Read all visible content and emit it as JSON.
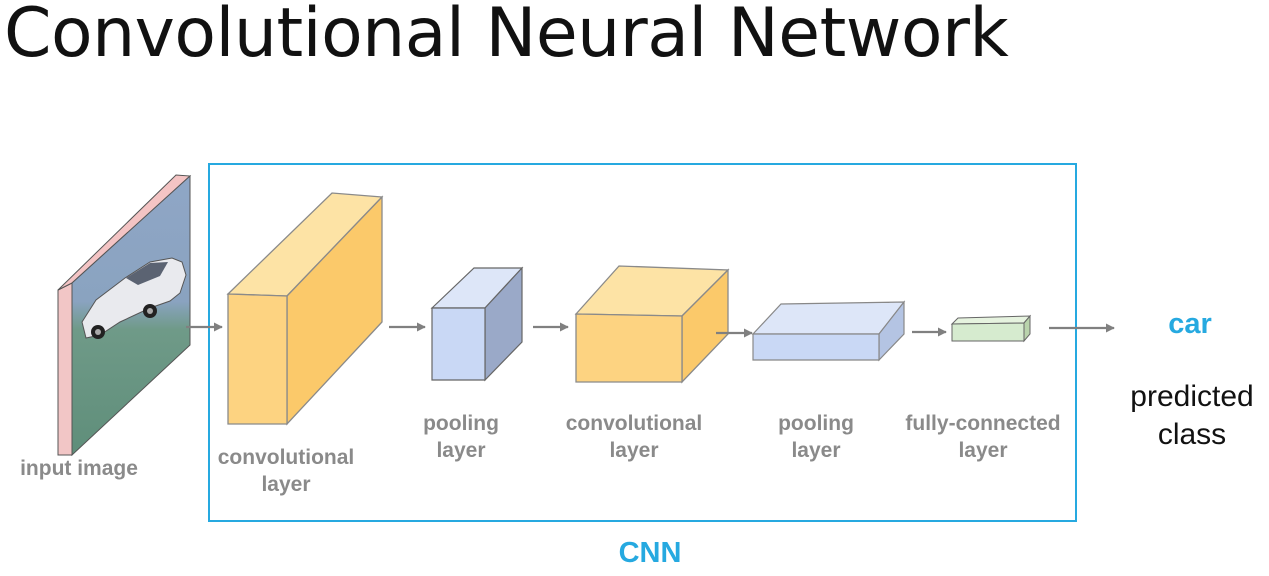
{
  "title": "Convolutional Neural Network",
  "input_label": "input image",
  "layers": [
    {
      "line1": "convolutional",
      "line2": "layer"
    },
    {
      "line1": "pooling",
      "line2": "layer"
    },
    {
      "line1": "convolutional",
      "line2": "layer"
    },
    {
      "line1": "pooling",
      "line2": "layer"
    },
    {
      "line1": "fully-connected",
      "line2": "layer"
    }
  ],
  "container_label": "CNN",
  "output": {
    "class": "car",
    "caption_line1": "predicted",
    "caption_line2": "class"
  },
  "colors": {
    "accent": "#26a9e0",
    "conv_front": "#fdd381",
    "pool_front": "#c9d8f5",
    "fc_front": "#d6ebcf",
    "label_gray": "#8a8a8a",
    "arrow_gray": "#808080"
  },
  "input_image_icon": "car-photo-icon"
}
